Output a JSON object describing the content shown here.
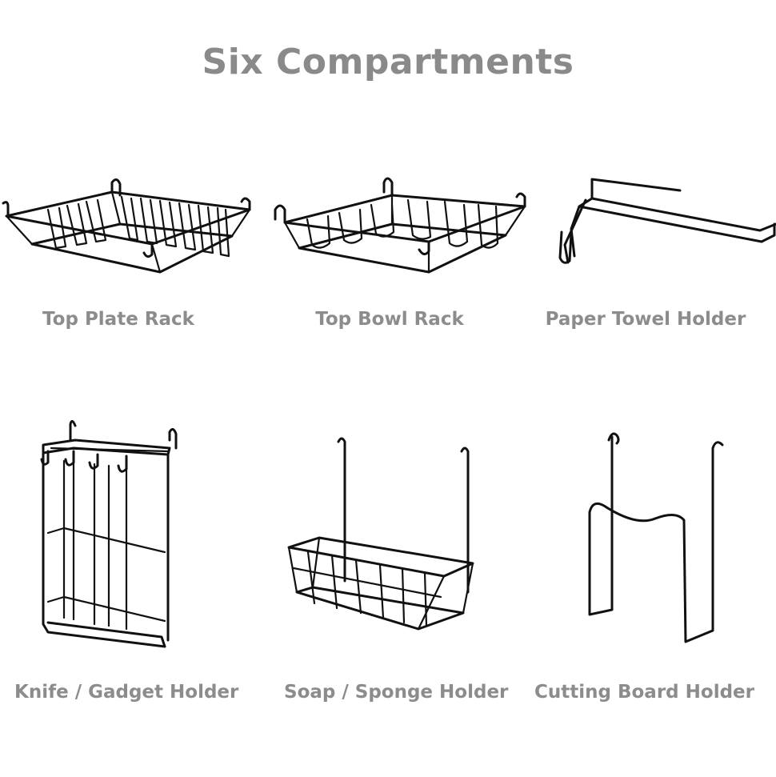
{
  "title": "Six Compartments",
  "items": [
    {
      "label": "Top Plate Rack",
      "icon": "plate-rack-icon"
    },
    {
      "label": "Top Bowl Rack",
      "icon": "bowl-rack-icon"
    },
    {
      "label": "Paper Towel Holder",
      "icon": "paper-towel-holder-icon"
    },
    {
      "label": "Knife / Gadget Holder",
      "icon": "knife-gadget-holder-icon"
    },
    {
      "label": "Soap / Sponge Holder",
      "icon": "soap-sponge-holder-icon"
    },
    {
      "label": "Cutting Board Holder",
      "icon": "cutting-board-holder-icon"
    }
  ],
  "colors": {
    "title": "#8a8a8a",
    "label": "#8c8c8c",
    "wire": "#111111",
    "background": "#ffffff"
  }
}
